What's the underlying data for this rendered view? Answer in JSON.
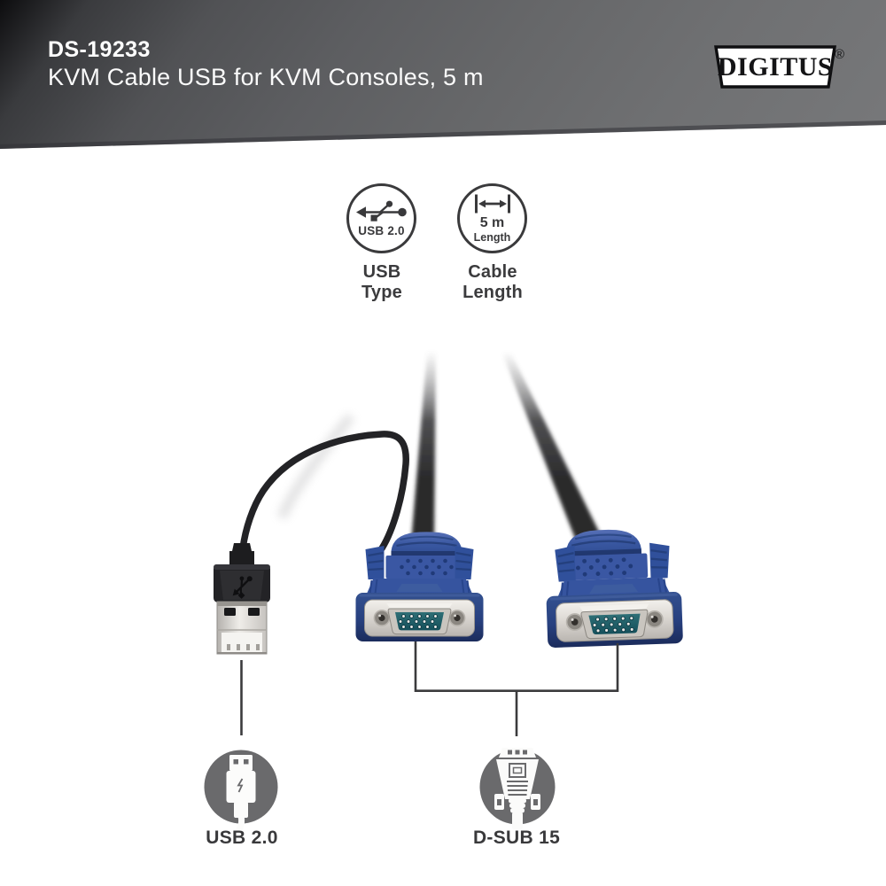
{
  "header": {
    "product_code": "DS-19233",
    "product_title": "KVM Cable USB for KVM Consoles, 5 m",
    "brand_logo": {
      "text": "DIGITUS",
      "registered_mark": "®"
    }
  },
  "feature_badges": {
    "usb_type": {
      "icon": "usb-trident-icon",
      "icon_caption": "USB 2.0",
      "label_top": "USB",
      "label_bottom": "Type"
    },
    "cable_length": {
      "icon": "length-arrows-icon",
      "icon_value": "5 m",
      "icon_caption": "Length",
      "label_top": "Cable",
      "label_bottom": "Length"
    }
  },
  "connector_callouts": {
    "usb": {
      "icon": "usb-plug-icon",
      "label": "USB 2.0"
    },
    "dsub": {
      "icon": "dsub15-rear-icon",
      "label": "D-SUB 15"
    }
  },
  "colors": {
    "header_gradient_dark": "#0f0f11",
    "header_gradient_light": "#77787a",
    "connector_hood_blue": "#3a57a2",
    "connector_base_navy": "#27407f",
    "metal_silver": "#d9d5d0",
    "dsub_insert_teal": "#1e5f66",
    "callout_circle_gray": "#6a6a6c",
    "label_text_dark": "#3b3b3d",
    "callout_line": "#3b3b3d"
  }
}
